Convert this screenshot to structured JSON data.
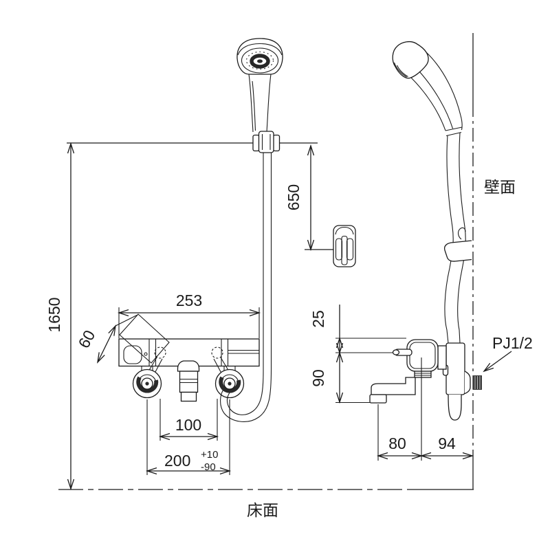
{
  "drawing": {
    "type": "faucet-installation-dimension-diagram",
    "labels": {
      "wall_surface": "壁面",
      "floor_surface": "床面",
      "pipe_connection": "PJ1/2"
    },
    "dims": {
      "floor_to_hook": "1650",
      "hook_to_holder": "650",
      "faucet_width": "253",
      "handle_swing": "60",
      "center_spacing": "100",
      "mount_pitch": "200",
      "mount_pitch_tol_upper": "+10",
      "mount_pitch_tol_lower": "-90",
      "body_top_offset": "25",
      "spout_height": "90",
      "spout_reach": "80",
      "wall_to_center": "94"
    },
    "line_color": "#1b1b1b"
  }
}
